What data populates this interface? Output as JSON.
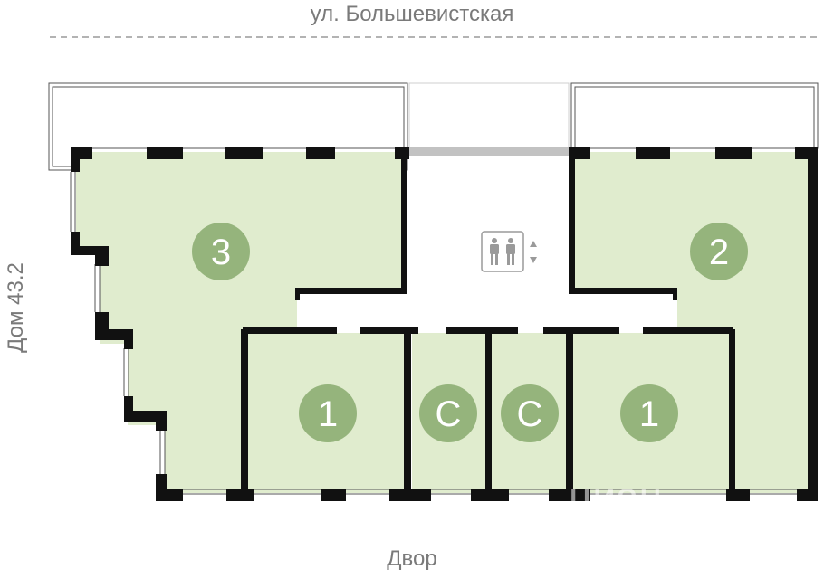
{
  "labels": {
    "street": "ул. Большевистская",
    "yard": "Двор",
    "house": "Дом 43.2"
  },
  "units": [
    {
      "id": "unit-3",
      "rooms": "3"
    },
    {
      "id": "unit-2",
      "rooms": "2"
    },
    {
      "id": "unit-1-left",
      "rooms": "1"
    },
    {
      "id": "studio-left",
      "rooms": "С"
    },
    {
      "id": "studio-right",
      "rooms": "С"
    },
    {
      "id": "unit-1-right",
      "rooms": "1"
    }
  ],
  "core": {
    "icon": "elevator-icon"
  },
  "watermark": {
    "text": "циан"
  },
  "colors": {
    "apartment_fill": "#e0ecce",
    "badge": "#95b47c",
    "wall": "#111111",
    "label": "#7a7a7a"
  }
}
